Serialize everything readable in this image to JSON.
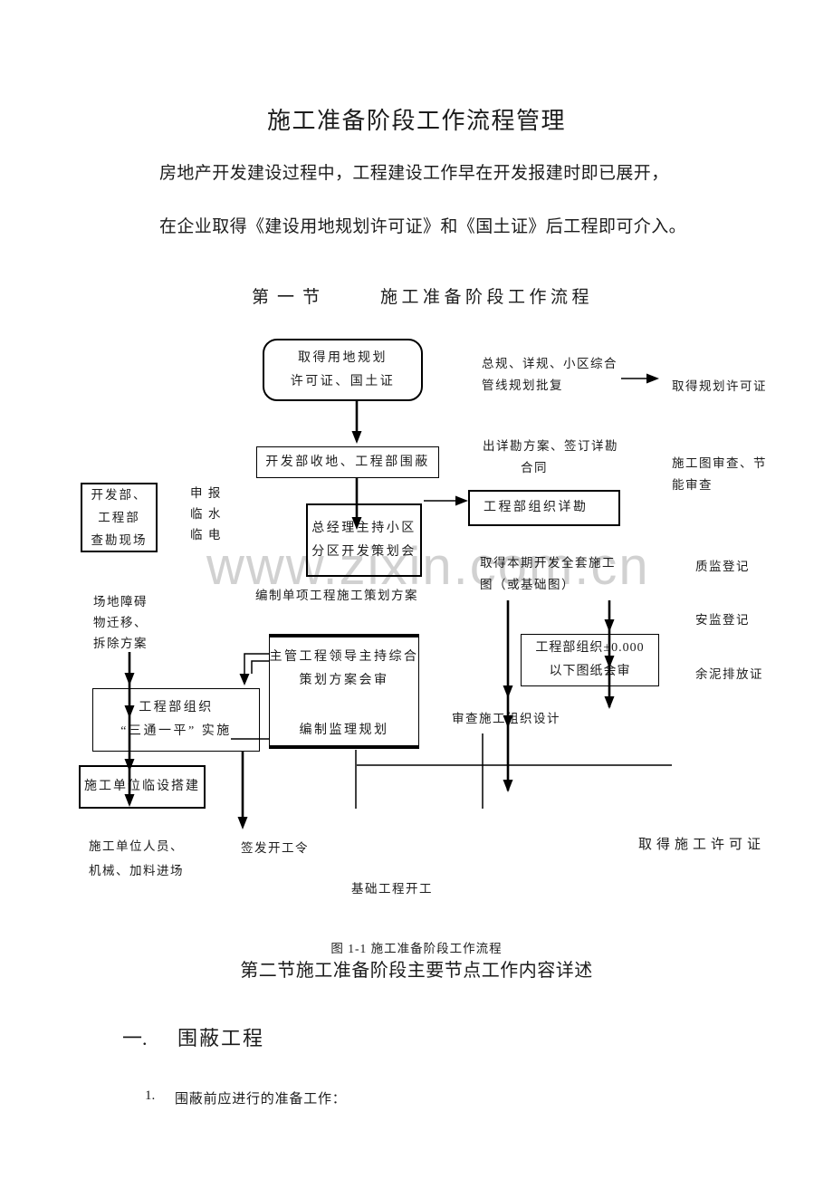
{
  "colors": {
    "ink": "#1c1c1c",
    "line": "#000000",
    "watermark_gray": "#9a9a9a"
  },
  "header": {
    "title": "施工准备阶段工作流程管理",
    "para1": "房地产开发建设过程中，工程建设工作早在开发报建时即已展开，",
    "para2": "在企业取得《建设用地规划许可证》和《国土证》后工程即可介入。",
    "section_no": "第一节",
    "section_title": "施工准备阶段工作流程"
  },
  "flowchart": {
    "watermark": "www.zixin.com.cn",
    "nodes": {
      "land_permit": {
        "l1": "取得用地规划",
        "l2": "许可证、国土证"
      },
      "receive_land": {
        "l1": "开发部收地、工程部围蔽"
      },
      "gm_meeting": {
        "l1": "总经理主持小区",
        "l2": "分区开发策划会"
      },
      "survey_org": {
        "l1": "工程部组织详勘"
      },
      "plan_review": {
        "l1": "主管工程领导主持综合",
        "l2": "策划方案会审",
        "l3": "编制监理规划"
      },
      "three_supply": {
        "l1": "工程部组织",
        "l2": "“三通一平” 实施"
      },
      "drawing_review": {
        "l1": "工程部组织±0.000",
        "l2": "以下图纸会审"
      },
      "temp_facility": {
        "l1": "施工单位临设搭建"
      },
      "site_check": {
        "l1": "开发部、",
        "l2": "工程部",
        "l3": "查勘现场"
      }
    },
    "labels": {
      "plan_approval": {
        "l1": "总规、详规、小区综合",
        "l2": "管线规划批复"
      },
      "get_plan_permit": {
        "l1": "取得规划许可证"
      },
      "survey_contract": {
        "l1": "出详勘方案、签订详勘",
        "l2": "合同"
      },
      "drawing_audit": {
        "l1": "施工图审查、节",
        "l2": "能审查"
      },
      "apply_utilities": {
        "l1": "申 报",
        "l2": "临 水",
        "l3": "临 电"
      },
      "single_plan": {
        "l1": "编制单项工程施工策划方案"
      },
      "obstacle": {
        "l1": "场地障碍",
        "l2": "物迁移、",
        "l3": "拆除方案"
      },
      "full_drawings": {
        "l1": "取得本期开发全套施工",
        "l2": "图（或基础图）"
      },
      "quality_reg": {
        "l1": "质监登记"
      },
      "safety_reg": {
        "l1": "安监登记"
      },
      "mud_permit": {
        "l1": "余泥排放证"
      },
      "review_org_design": {
        "l1": "审查施工组织设计"
      },
      "crew_enter": {
        "l1": "施工单位人员、",
        "l2": "机械、加料进场"
      },
      "start_order": {
        "l1": "签发开工令"
      },
      "foundation_start": {
        "l1": "基础工程开工"
      },
      "get_const_permit": {
        "l1": "取得施工许可证"
      }
    }
  },
  "footer": {
    "caption": "图 1-1 施工准备阶段工作流程",
    "section2": "第二节施工准备阶段主要节点工作内容详述",
    "h1_no": "一.",
    "h1_text": "围蔽工程",
    "item_no": "1.",
    "item_text": "围蔽前应进行的准备工作："
  }
}
